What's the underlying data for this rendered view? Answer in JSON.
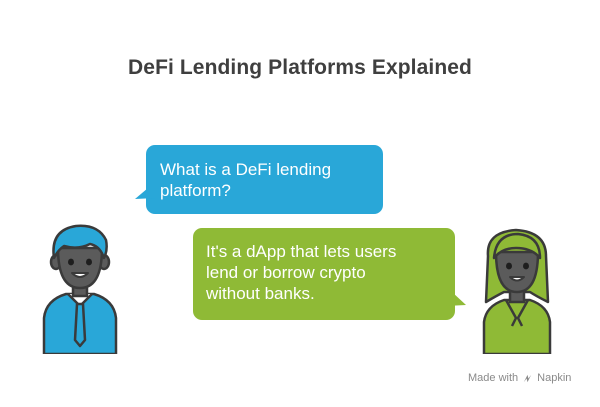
{
  "title": "DeFi Lending Platforms Explained",
  "conversation": {
    "question": {
      "line1": "What is a DeFi lending",
      "line2": "platform?"
    },
    "answer": {
      "line1": "It's a dApp that lets users",
      "line2": "lend or borrow crypto",
      "line3": "without banks."
    }
  },
  "credit": {
    "prefix": "Made with",
    "brand": "Napkin"
  },
  "colors": {
    "question_bubble": "#29a7d8",
    "answer_bubble": "#8fba36",
    "man_shirt": "#29a7d8",
    "woman_shirt": "#8fba36",
    "skin": "#5b5b5b",
    "title": "#3f3f3f"
  }
}
